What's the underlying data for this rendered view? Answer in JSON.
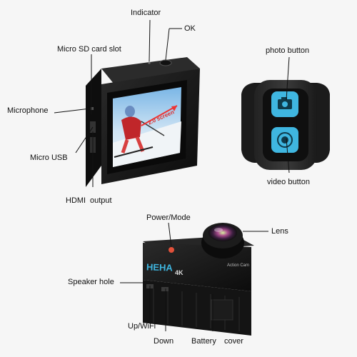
{
  "colors": {
    "background": "#f6f6f6",
    "camera_body": "#1a1a1a",
    "remote_button": "#3fb6e0",
    "leader_line": "#111111"
  },
  "labels": {
    "indicator": "Indicator",
    "ok": "OK",
    "micro_sd": "Micro SD card slot",
    "microphone": "Microphone",
    "micro_usb": "Micro USB",
    "hdmi": "HDMI",
    "output": "output",
    "photo_button": "photo button",
    "video_button": "video button",
    "power_mode": "Power/Mode",
    "lens": "Lens",
    "speaker_hole": "Speaker hole",
    "up_wifi": "Up/WiFi",
    "down": "Down",
    "battery": "Battery",
    "cover": "cover"
  },
  "camera": {
    "brand": "HEHA",
    "resolution": "4K",
    "model": "Action Cam",
    "screen_text": "2.0 screen"
  },
  "icons": [
    "camera-icon",
    "video-icon",
    "photo-preview",
    "remote-strap"
  ]
}
